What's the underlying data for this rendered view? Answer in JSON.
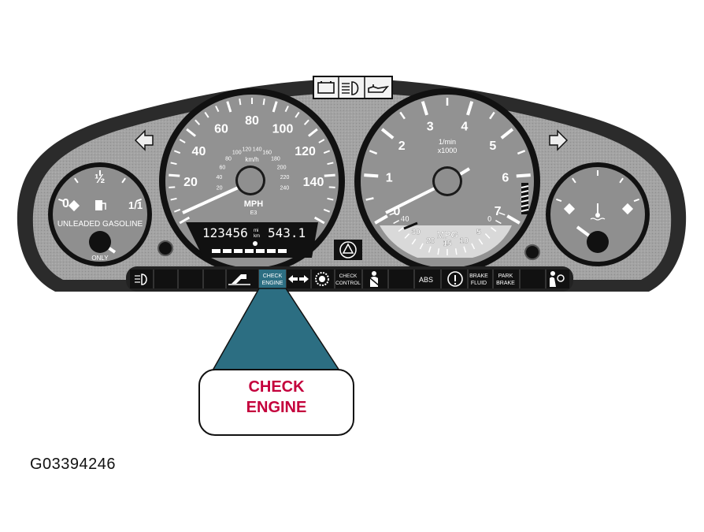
{
  "speedometer": {
    "mph_ticks": [
      "20",
      "40",
      "60",
      "80",
      "100",
      "120",
      "140"
    ],
    "kmh_ticks": [
      "20",
      "40",
      "60",
      "80",
      "100",
      "120",
      "140",
      "160",
      "180",
      "200",
      "220",
      "240"
    ],
    "kmh_unit": "km/h",
    "unit": "MPH",
    "sub_label": "E3"
  },
  "odometer": {
    "total": "123456",
    "trip": "543.1",
    "unit_upper": "mi",
    "unit_lower": "km"
  },
  "tachometer": {
    "ticks": [
      "0",
      "1",
      "2",
      "3",
      "4",
      "5",
      "6",
      "7"
    ],
    "unit_line1": "1/min",
    "unit_line2": "x1000"
  },
  "economy_gauge": {
    "label": "MPG",
    "ticks": [
      "40",
      "30",
      "20",
      "15",
      "10",
      "5",
      "0"
    ]
  },
  "fuel_gauge": {
    "empty": "0",
    "half": "½",
    "full": "1/1",
    "text": "UNLEADED GASOLINE",
    "only": "ONLY"
  },
  "warning_strip": {
    "check_engine": [
      "CHECK",
      "ENGINE"
    ],
    "check_control": [
      "CHECK",
      "CONTROL"
    ],
    "abs": "ABS",
    "brake_fluid": [
      "BRAKE",
      "FLUID"
    ],
    "park_brake": [
      "PARK",
      "BRAKE"
    ]
  },
  "callout": {
    "line1": "CHECK",
    "line2": "ENGINE",
    "text_color": "#c4003c",
    "pointer_color": "#2c6e82"
  },
  "figure_id": "G03394246",
  "colors": {
    "panel_fill": "#9a9a9a",
    "gauge_fill": "#8e8e8e",
    "strip_fill": "#222222"
  }
}
